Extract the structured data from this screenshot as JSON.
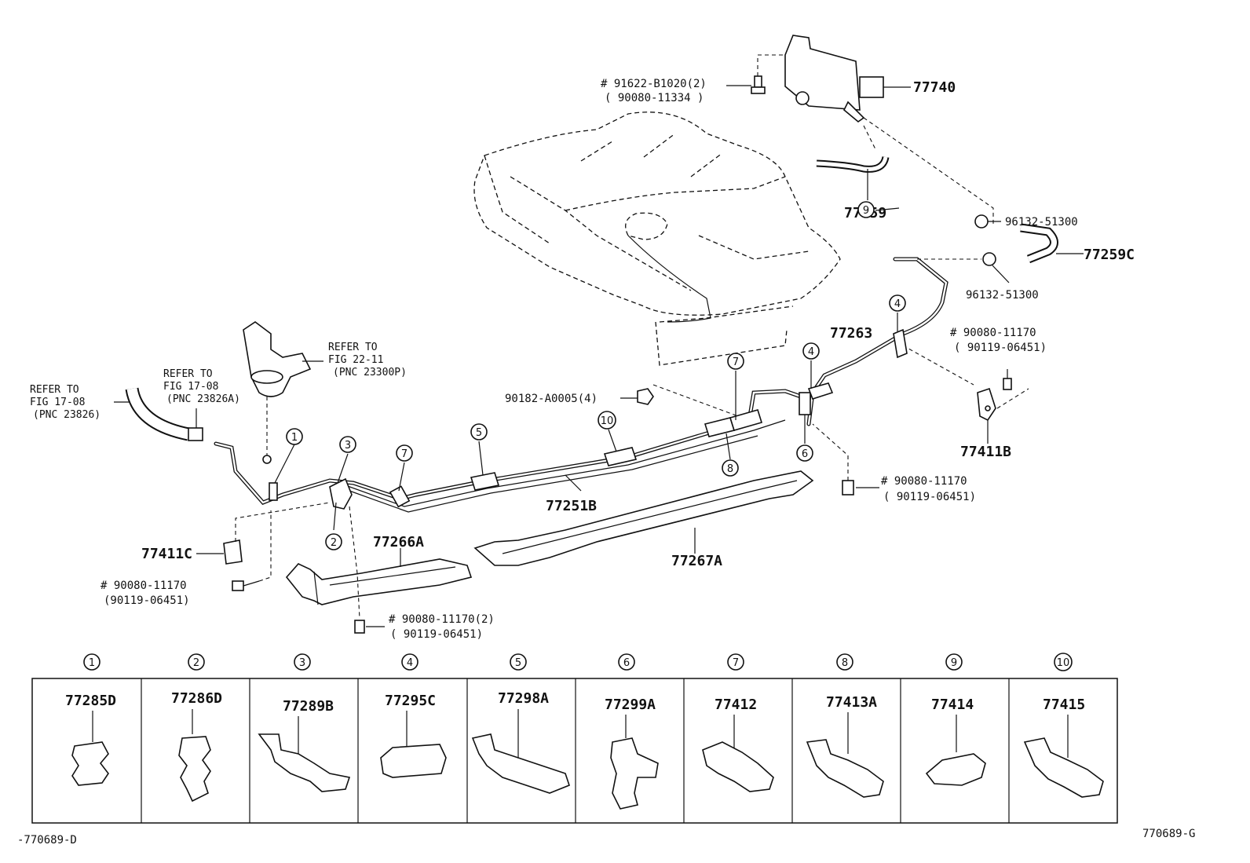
{
  "figure_codes": {
    "left": "-770689-D",
    "right": "770689-G"
  },
  "parts": {
    "p77740": "77740",
    "p77759": "77759",
    "p77259C": "77259C",
    "p96132_a": "96132-51300",
    "p96132_b": "96132-51300",
    "p77263": "77263",
    "p77251B": "77251B",
    "p77266A": "77266A",
    "p77267A": "77267A",
    "p77411B": "77411B",
    "p77411C": "77411C",
    "p90182": "90182-A0005(4)"
  },
  "bolts": {
    "top_a": "# 91622-B1020(2)",
    "top_b": "( 90080-11334 )",
    "right_a": "# 90080-11170",
    "right_b": "( 90119-06451)",
    "mid_a": "# 90080-11170",
    "mid_b": "( 90119-06451)",
    "left_a": "# 90080-11170",
    "left_b": "(90119-06451)",
    "bottom_a": "# 90080-11170(2)",
    "bottom_b": "( 90119-06451)"
  },
  "refs": {
    "r1": [
      "REFER TO",
      "FIG 22-11",
      "(PNC 23300P)"
    ],
    "r2": [
      "REFER TO",
      "FIG 17-08",
      "(PNC 23826A)"
    ],
    "r3": [
      "REFER TO",
      "FIG 17-08",
      "(PNC 23826)"
    ]
  },
  "callouts": [
    "1",
    "2",
    "3",
    "4",
    "4",
    "5",
    "6",
    "7",
    "7",
    "8",
    "9",
    "10"
  ],
  "table": {
    "numbers": [
      "1",
      "2",
      "3",
      "4",
      "5",
      "6",
      "7",
      "8",
      "9",
      "10"
    ],
    "parts": [
      "77285D",
      "77286D",
      "77289B",
      "77295C",
      "77298A",
      "77299A",
      "77412",
      "77413A",
      "77414",
      "77415"
    ]
  }
}
